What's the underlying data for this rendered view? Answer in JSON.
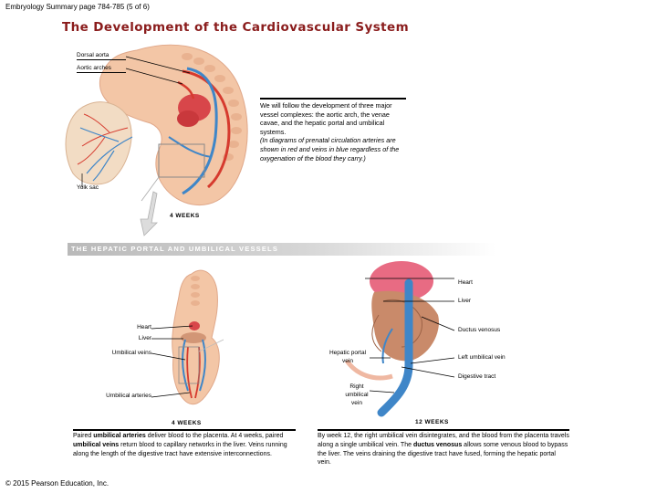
{
  "header": "Embryology Summary page 784-785 (5 of 6)",
  "title": "The Development of the Cardiovascular System",
  "top_figure": {
    "labels": {
      "dorsal_aorta": "Dorsal aorta",
      "aortic_arches": "Aortic arches",
      "yolk_sac": "Yolk sac"
    },
    "weeks": "4 WEEKS"
  },
  "description": {
    "main": "We will follow the development of three major vessel complexes: the aortic arch, the venae cavae, and the hepatic portal and umbilical systems.",
    "italic": "(In diagrams of prenatal circulation arteries are shown in red and veins in blue regardless of the oxygenation of the blood they carry.)"
  },
  "section_band": "THE HEPATIC PORTAL AND UMBILICAL VESSELS",
  "left_figure": {
    "labels": {
      "heart": "Heart",
      "liver": "Liver",
      "umbilical_veins": "Umbilical veins",
      "umbilical_arteries": "Umbilical arteries"
    },
    "weeks": "4 WEEKS",
    "caption": {
      "p1": "Paired ",
      "b1": "umbilical arteries",
      "p2": " deliver blood to the placenta. At 4 weeks, paired ",
      "b2": "umbilical veins",
      "p3": " return blood to capillary networks in the liver. Veins running along the length of the digestive tract have extensive interconnections."
    }
  },
  "right_figure": {
    "labels": {
      "heart": "Heart",
      "liver": "Liver",
      "ductus_venosus": "Ductus venosus",
      "hepatic_portal_vein": "Hepatic portal vein",
      "left_umbilical_vein": "Left umbilical vein",
      "digestive_tract": "Digestive tract",
      "right_umbilical_vein": "Right umbilical vein"
    },
    "weeks": "12 WEEKS",
    "caption": {
      "p1": "By week 12, the right umbilical vein disintegrates, and the blood from the placenta travels along a single umbilical vein. The ",
      "b1": "ductus venosus",
      "p2": " allows some venous blood to bypass the liver. The veins draining the digestive tract have fused, forming the hepatic portal vein."
    }
  },
  "copyright": "© 2015 Pearson Education, Inc.",
  "colors": {
    "title": "#8a1c1c",
    "artery": "#d63a2e",
    "vein": "#3f86c8",
    "embryo": "#f3c6a6",
    "heart": "#d8464a",
    "liver": "#c98a6a"
  }
}
